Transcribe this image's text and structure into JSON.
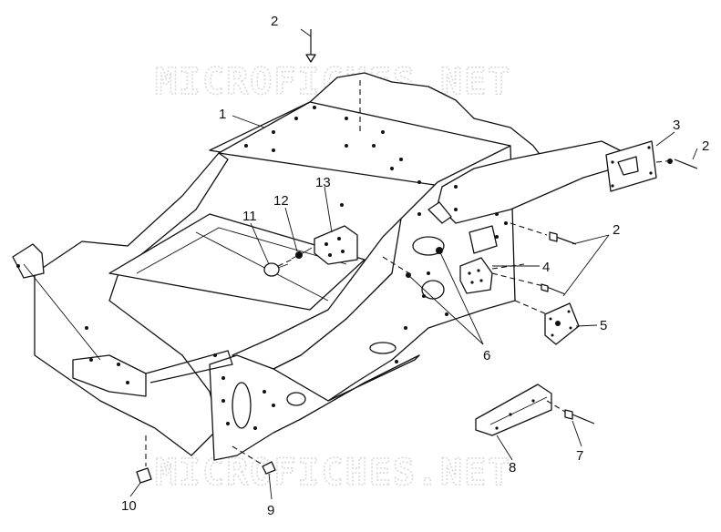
{
  "watermarks": [
    "MICROFICHES.NET",
    "MICROFICHES.NET"
  ],
  "callouts": [
    {
      "id": "1",
      "label": "1"
    },
    {
      "id": "2a",
      "label": "2"
    },
    {
      "id": "2b",
      "label": "2"
    },
    {
      "id": "2c",
      "label": "2"
    },
    {
      "id": "3",
      "label": "3"
    },
    {
      "id": "4",
      "label": "4"
    },
    {
      "id": "5",
      "label": "5"
    },
    {
      "id": "6",
      "label": "6"
    },
    {
      "id": "7",
      "label": "7"
    },
    {
      "id": "8",
      "label": "8"
    },
    {
      "id": "9",
      "label": "9"
    },
    {
      "id": "10",
      "label": "10"
    },
    {
      "id": "11",
      "label": "11"
    },
    {
      "id": "12",
      "label": "12"
    },
    {
      "id": "13",
      "label": "13"
    }
  ]
}
